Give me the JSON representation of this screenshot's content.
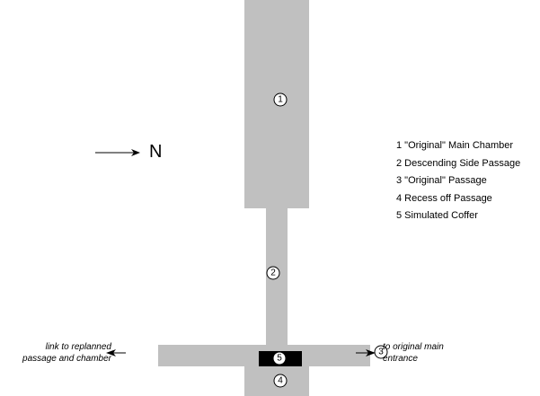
{
  "compass": {
    "label": "N"
  },
  "legend": [
    {
      "label": "1 \"Original\" Main Chamber"
    },
    {
      "label": "2 Descending Side Passage"
    },
    {
      "label": "3 \"Original\" Passage"
    },
    {
      "label": "4 Recess off Passage"
    },
    {
      "label": "5 Simulated Coffer"
    }
  ],
  "markers": [
    "1",
    "2",
    "3",
    "4",
    "5"
  ],
  "notes": {
    "left_line1": "link to replanned",
    "left_line2": "passage and chamber",
    "right_line1": "to original main",
    "right_line2": "entrance"
  },
  "colors": {
    "passage": "#c0c0c0",
    "coffer": "#000000"
  }
}
